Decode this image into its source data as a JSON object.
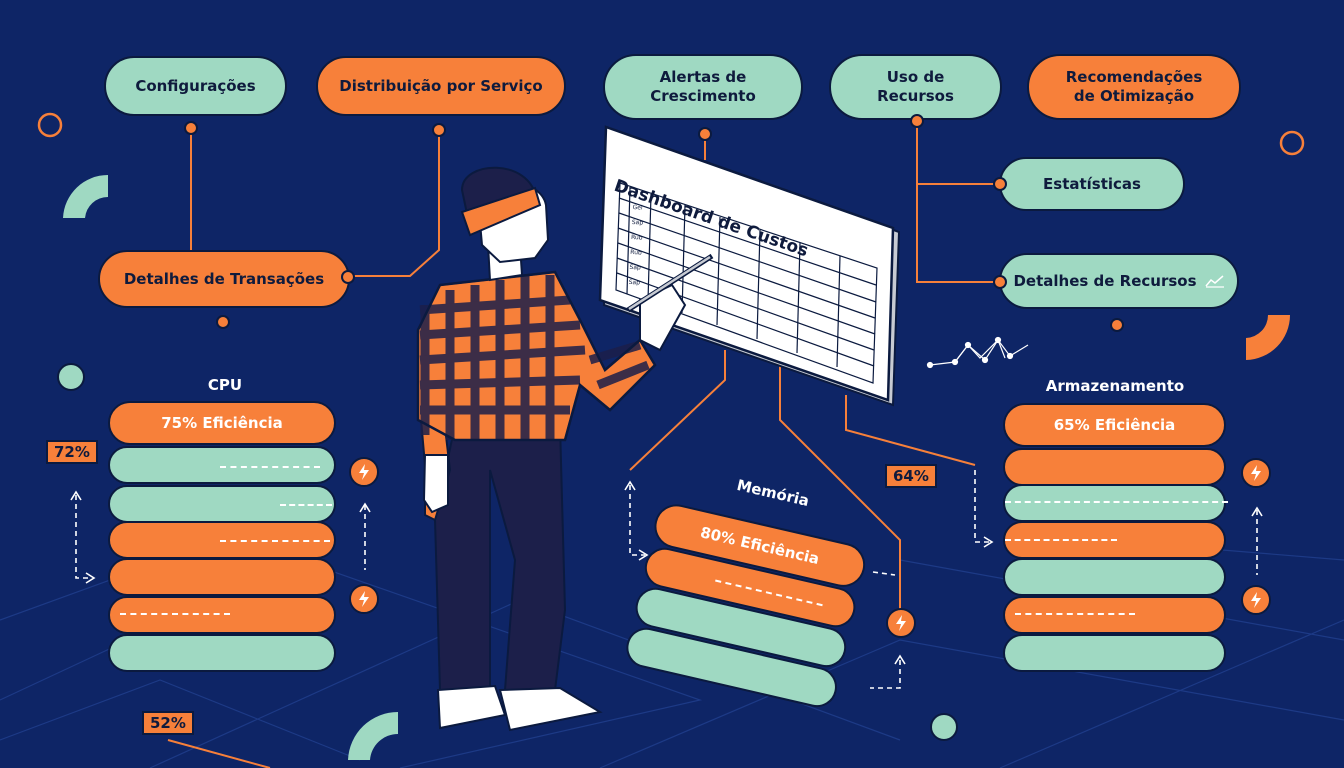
{
  "nodes": {
    "configuracoes": "Configurações",
    "distribuicao": "Distribuição por Serviço",
    "alertas_line1": "Alertas de",
    "alertas_line2": "Crescimento",
    "uso_line1": "Uso de",
    "uso_line2": "Recursos",
    "recomendacoes_line1": "Recomendações",
    "recomendacoes_line2": "de Otimização",
    "estatisticas": "Estatísticas",
    "detalhes_transacoes": "Detalhes de Transações",
    "detalhes_recursos": "Detalhes de Recursos"
  },
  "dashboard": {
    "title": "Dashboard de Custos",
    "row_labels": [
      "Gel",
      "Sap",
      "Rub",
      "Rub",
      "Sap",
      "Sap"
    ]
  },
  "stacks": {
    "cpu": {
      "title": "CPU",
      "efficiency": "75% Eficiência",
      "badge": "72%"
    },
    "memoria": {
      "title": "Memória",
      "efficiency": "80% Eficiência",
      "badge": "64%"
    },
    "armazenamento": {
      "title": "Armazenamento",
      "efficiency": "65% Eficiência"
    }
  },
  "extra_badge": "52%",
  "colors": {
    "background": "#0e2566",
    "accent_orange": "#f7803a",
    "accent_green": "#9fd9c2",
    "outline": "#0b1a3f"
  },
  "icons": [
    "lightning-icon",
    "sparkline-icon",
    "ring-icon",
    "arc-shape"
  ]
}
